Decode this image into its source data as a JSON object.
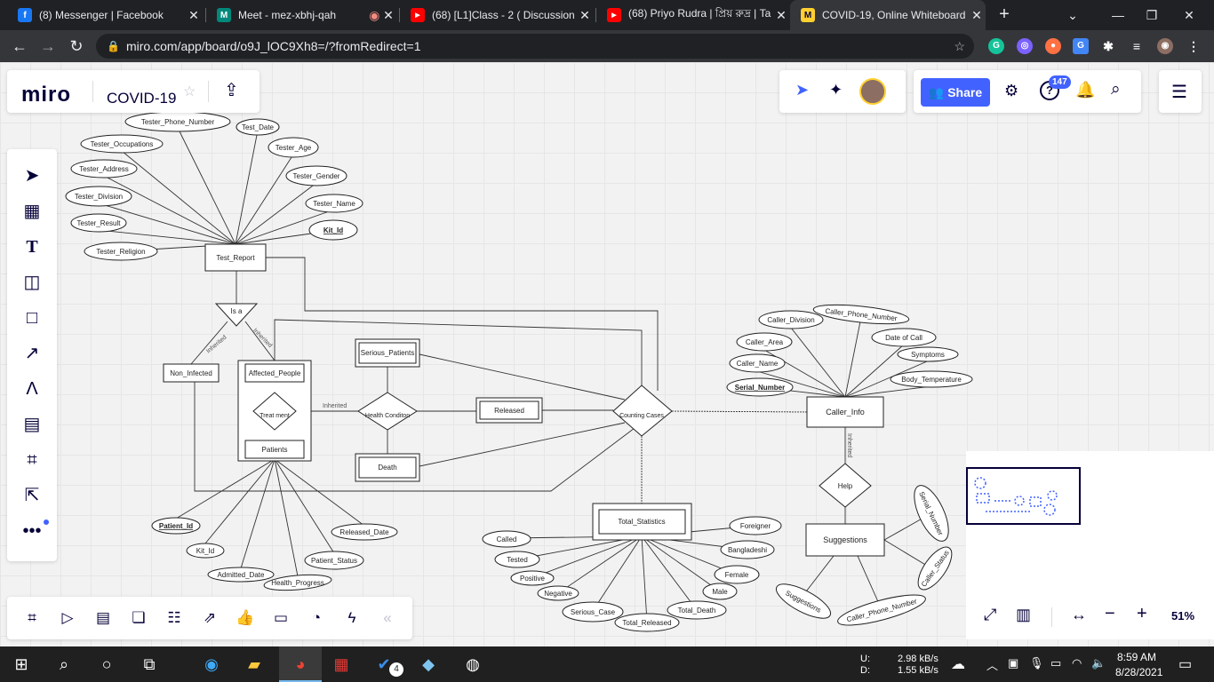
{
  "browser": {
    "tabs": [
      {
        "title": "(8) Messenger | Facebook",
        "favicon_color": "#1877f2",
        "favicon_glyph": "f"
      },
      {
        "title": "Meet - mez-xbhj-qah",
        "favicon_color": "#00897b",
        "favicon_glyph": "M"
      },
      {
        "title": "(68) [L1]Class - 2 ( Discussion",
        "favicon_color": "#ff0000",
        "favicon_glyph": "▶"
      },
      {
        "title": "(68) Priyo Rudra | প্রিয় রুদ্র | Ta",
        "favicon_color": "#ff0000",
        "favicon_glyph": "▶"
      },
      {
        "title": "COVID-19, Online Whiteboard",
        "favicon_color": "#ffd02f",
        "favicon_glyph": "M"
      }
    ],
    "url": "miro.com/app/board/o9J_lOC9Xh8=/?fromRedirect=1"
  },
  "miro": {
    "logo": "miro",
    "board_name": "COVID-19",
    "share_label": "Share",
    "notification_count": "147",
    "zoom_level": "51%",
    "accent_color": "#4262ff"
  },
  "diagram": {
    "test_attrs": [
      "Tester_Phone_Number",
      "Test_Date",
      "Tester_Occupations",
      "Tester_Age",
      "Tester_Address",
      "Tester_Gender",
      "Tester_Division",
      "Tester_Name",
      "Tester_Result",
      "Kit_Id",
      "Tester_Religion"
    ],
    "entities": {
      "test_report": "Test_Report",
      "isa": "Is a",
      "non_infected": "Non_Infected",
      "affected_people": "Affected_People",
      "treatment": "Treat ment",
      "patients": "Patients",
      "serious_patients": "Serious_Patients",
      "health_condition": "Health Conditon",
      "released": "Released",
      "death": "Death",
      "counting_cases": "Counting Cases",
      "caller_info": "Caller_Info",
      "help": "Help",
      "suggestions": "Suggestions",
      "total_statistics": "Total_Statistics"
    },
    "edge_labels": {
      "inherited_left": "Inherited",
      "inherited_right": "Inherited",
      "inherited_mid": "Inherited",
      "inherited_vertical": "Inherited"
    },
    "patient_attrs": [
      "Patient_Id",
      "Kit_Id",
      "Admitted_Date",
      "Health_Progress",
      "Patient_Status",
      "Released_Date"
    ],
    "caller_attrs": [
      "Caller_Division",
      "Caller_Phone_Number",
      "Caller_Area",
      "Date of Call",
      "Caller_Name",
      "Symptoms",
      "Serial_Number",
      "Body_Temperature"
    ],
    "stat_attrs": [
      "Called",
      "Tested",
      "Positive",
      "Negative",
      "Serious_Case",
      "Total_Released",
      "Total_Death",
      "Male",
      "Female",
      "Bangladeshi",
      "Foreigner"
    ],
    "suggestion_attrs": [
      "Serial_Number",
      "Caller_Status",
      "Suggestions",
      "Caller_Phone_Number"
    ]
  },
  "taskbar": {
    "net_up_label": "U:",
    "net_up": "2.98 kB/s",
    "net_down_label": "D:",
    "net_down": "1.55 kB/s",
    "time": "8:59 AM",
    "date": "8/28/2021",
    "todo_badge": "4"
  }
}
